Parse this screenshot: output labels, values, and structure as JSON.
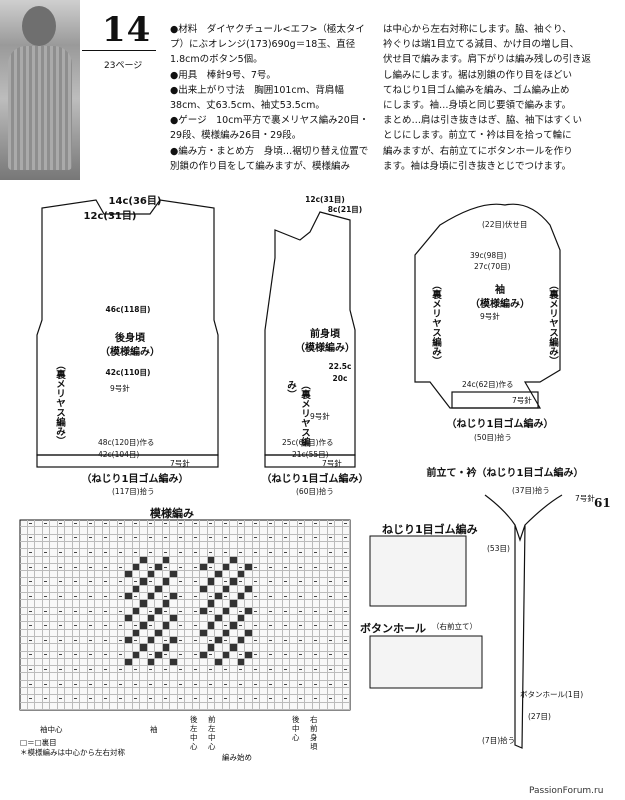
{
  "header": {
    "pattern_number": "14",
    "page_ref": "23ページ",
    "page_number": "61",
    "footer": "PassionForum.ru"
  },
  "spec_lines": [
    "●材料　ダイヤクチュール<エフ>（極太タイプ）にぶオレンジ(173)690g＝18玉、直径1.8cmのボタン5個。",
    "●用具　棒針9号、7号。",
    "●出来上がり寸法　胸囲101cm、背肩幅38cm、丈63.5cm、袖丈53.5cm。",
    "●ゲージ　10cm平方で裏メリヤス編み20目・29段、模様編み26目・29段。",
    "●編み方・まとめ方　身頃…裾切り替え位置で別鎖の作り目をして編みますが、模様編み"
  ],
  "howto_lines": [
    "は中心から左右対称にします。脇、袖ぐり、",
    "衿ぐりは端1目立てる減目、かけ目の増し目、",
    "伏せ目で編みます。肩下がりは編み残しの引き返",
    "し編みにします。裾は別鎖の作り目をほどい",
    "てねじり1目ゴム編みを編み、ゴム編み止め",
    "にします。袖…身頃と同じ要領で編みます。",
    "まとめ…肩は引き抜きはぎ、脇、袖下はすくい",
    "とじにします。前立て・衿は目を拾って輪に",
    "編みますが、右前立てにボタンホールを作り",
    "ます。袖は身頃に引き抜きとじでつけます。"
  ],
  "back": {
    "title": "後身頃",
    "sub": "（模様編み）",
    "side": "（裏メリヤス編み）",
    "needle": "9号針",
    "width_top": "12c(31目)",
    "neck": "14c(36目)",
    "chest": "48c(120目)作る",
    "hem": "42c(104目)",
    "hem_band": "（ねじり1目ゴム編み）",
    "hem_count": "(117目)拾う",
    "band_needle": "7号針",
    "dim_mid": "46c(118目)",
    "dim_low": "42c(110目)"
  },
  "front": {
    "title": "前身頃",
    "sub": "（模様編み）",
    "side": "（裏メリヤス編み）",
    "needle": "9号針",
    "neck": "8c(21目)",
    "width_top": "12c(31目)",
    "chest": "25c(63目)作る",
    "hem": "21c(55目)",
    "hem_band": "（ねじり1目ゴム編み）",
    "hem_count": "(60目)拾う",
    "band_needle": "7号針",
    "dim_mid": "22.5c",
    "dim_low": "20c"
  },
  "sleeve": {
    "title": "袖",
    "sub": "（模様編み）",
    "side_l": "（裏メリヤス編み）",
    "side_r": "（裏メリヤス編み）",
    "needle": "9号針",
    "top": "(22目)伏せ目",
    "upper": "39c(98目)",
    "lower": "27c(70目)",
    "cuff": "24c(62目)作る",
    "cuff_band": "（ねじり1目ゴム編み）",
    "cuff_count": "(50目)拾う",
    "band_needle": "7号針"
  },
  "band": {
    "title": "前立て・衿（ねじり1目ゴム編み）",
    "collar_count": "(37目)拾う",
    "needle": "7号針",
    "side_count": "(53目)",
    "buttonhole": "ボタンホール(1目)",
    "bottom_count": "(27目)",
    "bottom2": "(7目)拾う"
  },
  "charts": {
    "pattern_title": "模様編み",
    "rib_title": "ねじり1目ゴム編み",
    "buttonhole_title": "ボタンホール",
    "buttonhole_sub": "（右前立て）",
    "legend1": "□＝□裏目",
    "legend2": "＊模様編みは中心から左右対称",
    "start_label": "編み始め",
    "col_labels": [
      "袖中心",
      "袖",
      "後左中心",
      "前左中心",
      "後中心",
      "右前身頃"
    ]
  }
}
